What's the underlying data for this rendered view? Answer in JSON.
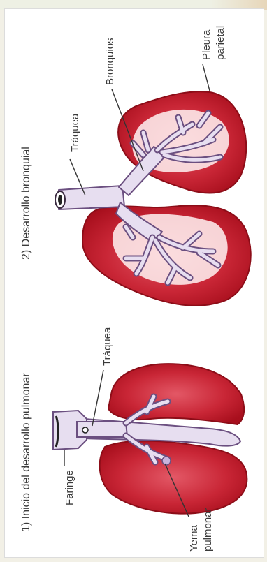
{
  "panel_bronquial": {
    "title": "2) Desarrollo bronquial",
    "labels": {
      "traquea": "Tráquea",
      "bronquios": "Bronquios",
      "pleura_line1": "Pleura",
      "pleura_line2": "parietal"
    }
  },
  "panel_inicio": {
    "title": "1) Inicio del desarrollo pulmonar",
    "labels": {
      "traquea": "Tráquea",
      "faringe": "Faringe",
      "yema_line1": "Yema",
      "yema_line2": "pulmonar"
    }
  },
  "colors": {
    "lung_dark": "#a80f1d",
    "lung_mid": "#c92636",
    "lung_light": "#e35866",
    "airway_fill": "#e7def0",
    "airway_stroke": "#6b4f80"
  }
}
